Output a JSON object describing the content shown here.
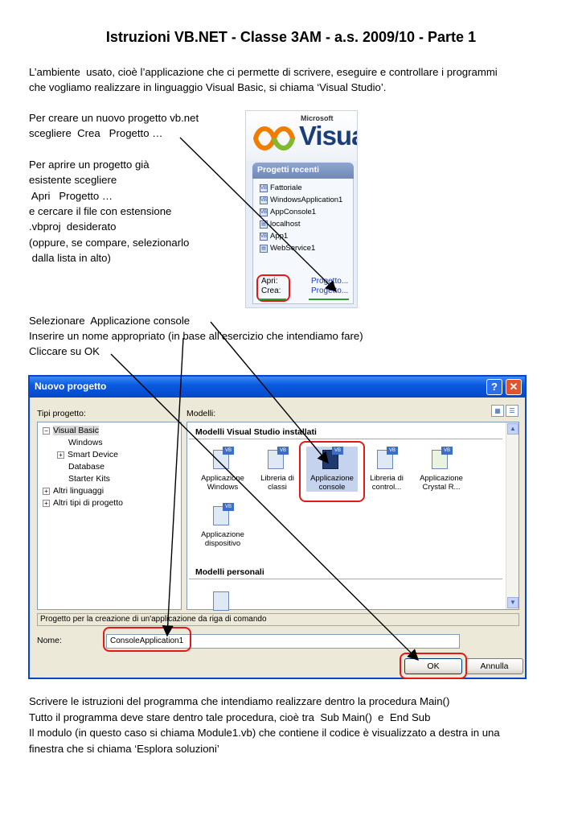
{
  "title": "Istruzioni VB.NET - Classe 3AM  - a.s. 2009/10 - Parte 1",
  "intro": [
    "L’ambiente  usato, cioè l’applicazione che ci permette di scrivere, eseguire e controllare i programmi",
    "che vogliamo realizzare in linguaggio Visual Basic, si chiama ‘Visual Studio’."
  ],
  "create": [
    "Per creare un nuovo progetto vb.net",
    "scegliere  Crea   Progetto …"
  ],
  "open": [
    "Per aprire un progetto già",
    "esistente scegliere",
    " Apri   Progetto …",
    "e cercare il file con estensione",
    ".vbproj  desiderato",
    "(oppure, se compare, selezionarlo",
    " dalla lista in alto)"
  ],
  "steps": [
    "Selezionare  Applicazione console",
    "Inserire un nome appropriato (in base all’esercizio che intendiamo fare)",
    "Cliccare su OK"
  ],
  "outro": [
    "Scrivere le istruzioni del programma che intendiamo realizzare dentro la procedura Main()",
    "Tutto il programma deve stare dentro tale procedura, cioè tra  Sub Main()  e  End Sub",
    "Il modulo (in questo caso si chiama Module1.vb) che contiene il codice è visualizzato a destra in una",
    "finestra che si chiama ‘Esplora soluzioni’"
  ],
  "vs": {
    "ms": "Microsoft",
    "logo": "Visua",
    "recent_header": "Progetti recenti",
    "recent": [
      "Fattoriale",
      "WindowsApplication1",
      "AppConsole1",
      "localhost",
      "App1",
      "WebService1"
    ],
    "open_label": "Apri:",
    "create_label": "Crea:",
    "open_link": "Progetto...",
    "create_link": "Progetto..."
  },
  "dialog": {
    "title": "Nuovo progetto",
    "help": "?",
    "close": "✕",
    "types_label": "Tipi progetto:",
    "models_label": "Modelli:",
    "tree": {
      "visual_basic": "Visual Basic",
      "windows": "Windows",
      "smart_device": "Smart Device",
      "database": "Database",
      "starter_kits": "Starter Kits",
      "altri_linguaggi": "Altri linguaggi",
      "altri_tipi": "Altri tipi di progetto"
    },
    "installed_header": "Modelli Visual Studio installati",
    "templates": [
      [
        "Applicazione",
        "Windows"
      ],
      [
        "Libreria di",
        "classi"
      ],
      [
        "Applicazione",
        "console"
      ],
      [
        "Libreria di",
        "control..."
      ],
      [
        "Applicazione",
        "Crystal R..."
      ],
      [
        "Applicazione",
        "dispositivo"
      ]
    ],
    "personal_header": "Modelli personali",
    "description": "Progetto per la creazione di un'applicazione da riga di comando",
    "name_label": "Nome:",
    "name_value": "ConsoleApplication1",
    "ok": "OK",
    "cancel": "Annulla"
  }
}
